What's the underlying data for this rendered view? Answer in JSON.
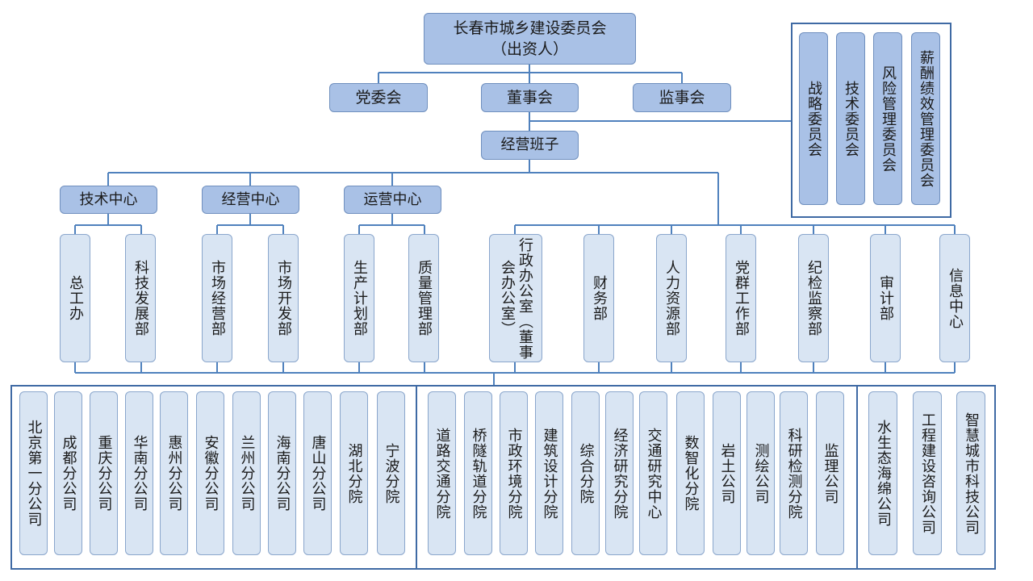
{
  "top": {
    "line1": "长春市城乡建设委员会",
    "line2": "（出资人）"
  },
  "level2": {
    "party": "党委会",
    "board": "董事会",
    "supervisory": "监事会"
  },
  "management": "经营班子",
  "committees": [
    "战略委员会",
    "技术委员会",
    "风险管理委员会",
    "薪酬绩效管理委员会"
  ],
  "centers": [
    "技术中心",
    "经营中心",
    "运营中心"
  ],
  "departments": [
    "总工办",
    "科技发展部",
    "市场经营部",
    "市场开发部",
    "生产计划部",
    "质量管理部",
    "行政办公室（董事会办公室）",
    "财务部",
    "人力资源部",
    "党群工作部",
    "纪检监察部",
    "审计部",
    "信息中心"
  ],
  "branches": [
    "北京第一分公司",
    "成都分公司",
    "重庆分公司",
    "华南分公司",
    "惠州分公司",
    "安徽分公司",
    "兰州分公司",
    "海南分公司",
    "唐山分公司",
    "湖北分院",
    "宁波分院"
  ],
  "institutes": [
    "道路交通分院",
    "桥隧轨道分院",
    "市政环境分院",
    "建筑设计分院",
    "综合分院",
    "经济研究分院",
    "交通研究中心",
    "数智化分院",
    "岩土公司",
    "测绘公司",
    "科研检测分院",
    "监理公司"
  ],
  "subsidiaries": [
    "水生态海绵公司",
    "工程建设咨询公司",
    "智慧城市科技公司"
  ]
}
